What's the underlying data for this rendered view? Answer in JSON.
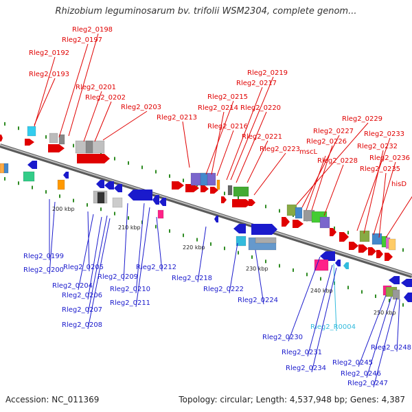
{
  "title": "Rhizobium leguminosarum bv. trifolii WSM2304, complete genom...",
  "footer": {
    "accession": "Accession: NC_011369",
    "topology": "Topology: circular; Length: 4,537,948 bp; Genes: 4,387"
  },
  "colors": {
    "forward_label": "#e00000",
    "reverse_label": "#1a1acc",
    "rna_label": "#33bbdd",
    "axis": "#888888",
    "tick": "#2e8b22"
  },
  "scale_labels": [
    "200 kbp",
    "210 kbp",
    "220 kbp",
    "230 kbp",
    "240 kbp",
    "250 kbp"
  ],
  "top_labels": [
    "Rleg2_0198",
    "Rleg2_0197",
    "Rleg2_0192",
    "Rleg2_0193",
    "Rleg2_0201",
    "Rleg2_0202",
    "Rleg2_0203",
    "Rleg2_0213",
    "Rleg2_0219",
    "Rleg2_0217",
    "Rleg2_0215",
    "Rleg2_0214",
    "Rleg2_0220",
    "Rleg2_0216",
    "Rleg2_0221",
    "Rleg2_0223",
    "Rleg2_0229",
    "Rleg2_0227",
    "Rleg2_0226",
    "mscL",
    "Rleg2_0228",
    "Rleg2_0233",
    "Rleg2_0232",
    "Rleg2_0236",
    "Rleg2_0235",
    "hisD"
  ],
  "bottom_labels": [
    "Rleg2_0199",
    "Rleg2_0200",
    "Rleg2_0205",
    "Rleg2_0204",
    "Rleg2_0206",
    "Rleg2_0207",
    "Rleg2_0208",
    "Rleg2_0209",
    "Rleg2_0210",
    "Rleg2_0211",
    "Rleg2_0212",
    "Rleg2_0218",
    "Rleg2_0222",
    "Rleg2_0224",
    "Rleg2_0230",
    "Rleg2_R0004",
    "Rleg2_0231",
    "Rleg2_0234",
    "Rleg2_0245",
    "Rleg2_0246",
    "Rleg2_0247",
    "Rleg2_0248"
  ]
}
